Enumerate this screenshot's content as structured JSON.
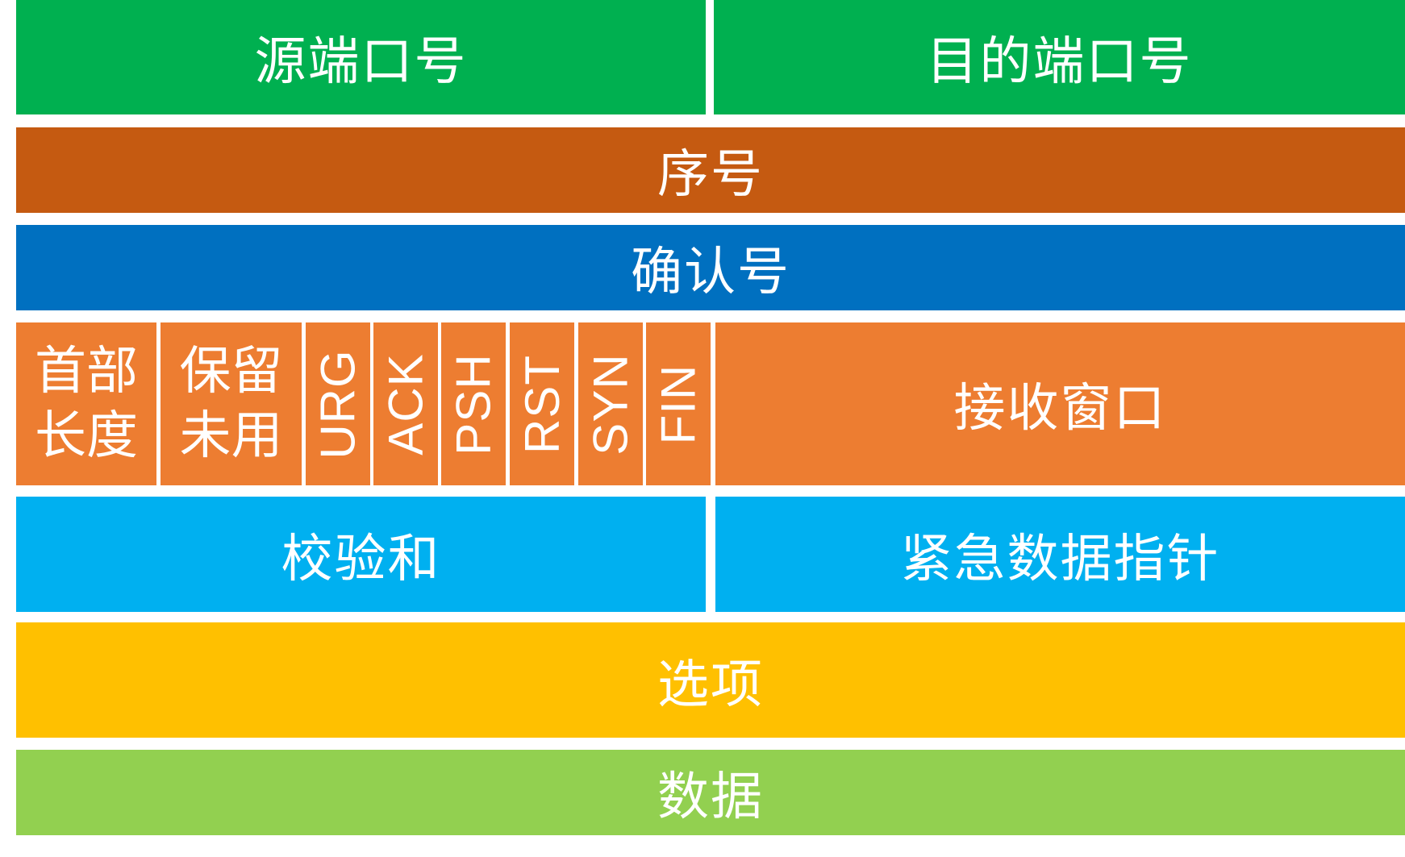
{
  "colors": {
    "ports": "#00B050",
    "sequence": "#C55A11",
    "ack_number": "#0070C0",
    "flags_row": "#ED7D31",
    "checksum_row": "#00B0F0",
    "options": "#FFC000",
    "data": "#92D050",
    "text": "#FFFFFF"
  },
  "row1": {
    "source_port": "源端口号",
    "dest_port": "目的端口号"
  },
  "row2": {
    "sequence_number": "序号"
  },
  "row3": {
    "ack_number": "确认号"
  },
  "row4": {
    "header_length": [
      "首部",
      "长度"
    ],
    "reserved": [
      "保留",
      "未用"
    ],
    "flags": [
      "URG",
      "ACK",
      "PSH",
      "RST",
      "SYN",
      "FIN"
    ],
    "receive_window": "接收窗口"
  },
  "row5": {
    "checksum": "校验和",
    "urgent_pointer": "紧急数据指针"
  },
  "row6": {
    "options": "选项"
  },
  "row7": {
    "data": "数据"
  }
}
